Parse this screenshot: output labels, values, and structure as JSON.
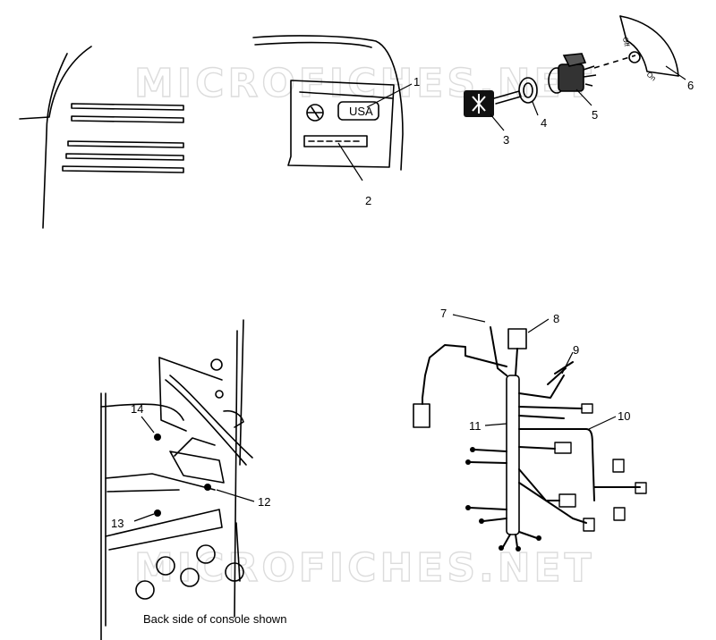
{
  "watermarks": [
    "MICROFICHES.NET",
    "MICROFICHES.NET"
  ],
  "panel_label": "USA",
  "switch_marks": [
    "Off",
    "On"
  ],
  "callouts": [
    "1",
    "2",
    "3",
    "4",
    "5",
    "6",
    "7",
    "8",
    "9",
    "10",
    "11",
    "12",
    "13",
    "14"
  ],
  "caption": "Back side of console shown"
}
